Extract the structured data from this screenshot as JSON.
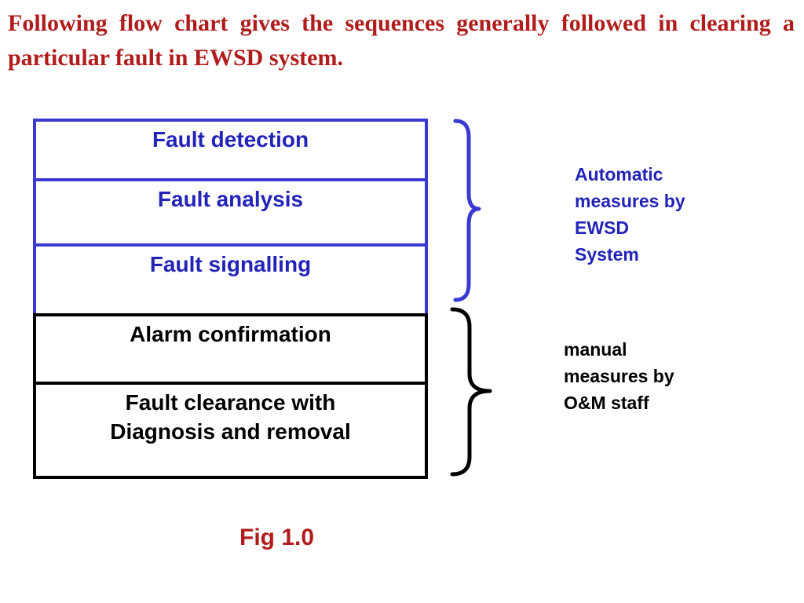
{
  "intro_text": "Following flow chart gives the sequences generally followed in clearing a particular fault in EWSD system.",
  "steps": [
    "Fault detection",
    "Fault analysis",
    "Fault signalling",
    "Alarm confirmation",
    "Fault clearance with\nDiagnosis and removal"
  ],
  "groups": {
    "automatic": {
      "label": "Automatic\nmeasures by\nEWSD\nSystem",
      "color": "#2323b8"
    },
    "manual": {
      "label": "manual\nmeasures by\nO&M staff",
      "color": "#000000"
    }
  },
  "caption": "Fig 1.0",
  "colors": {
    "heading": "#b01c1c",
    "automatic_border": "#3b3ad0",
    "manual_border": "#000000"
  }
}
